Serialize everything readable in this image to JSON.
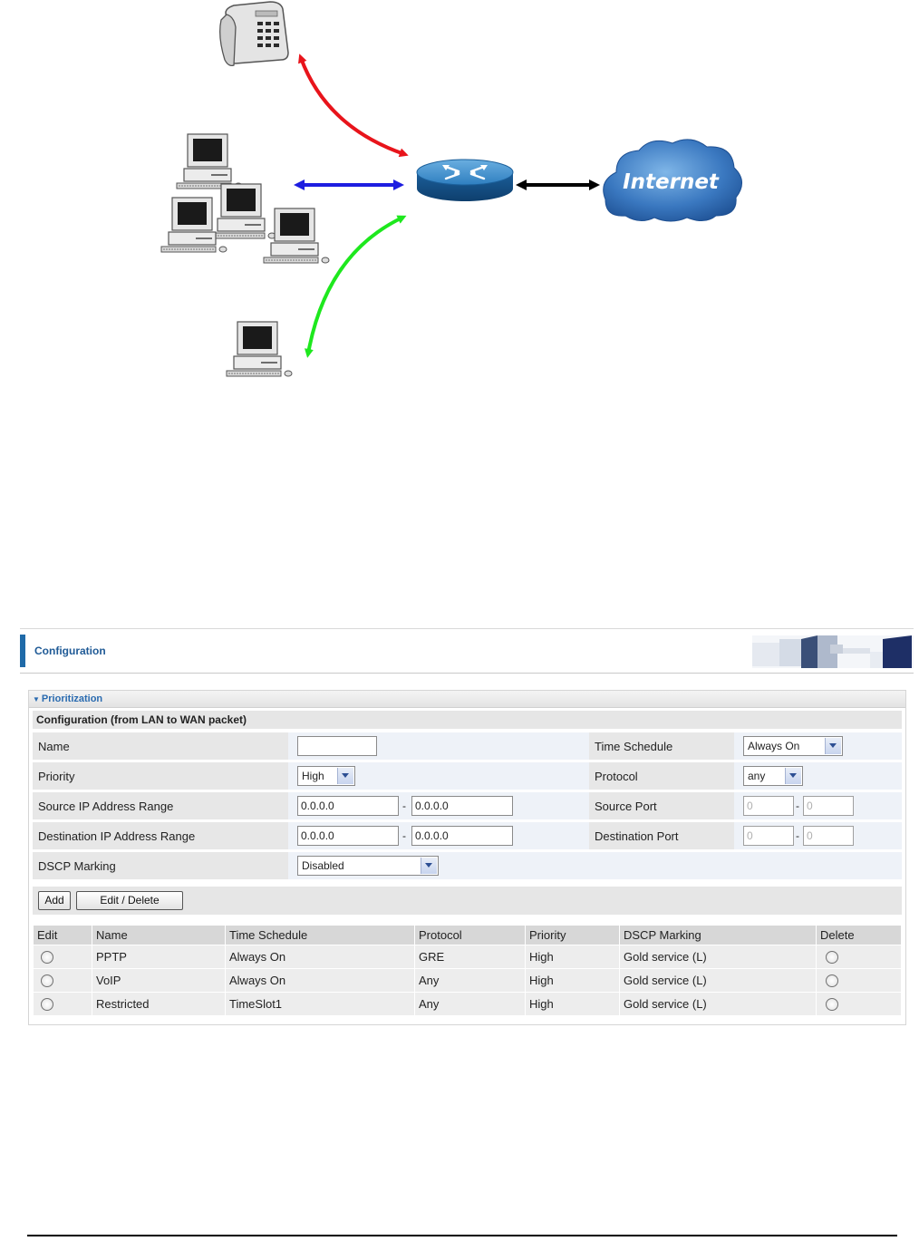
{
  "diagram": {
    "internet_label": "Internet",
    "colors": {
      "red": "#e8141b",
      "blue": "#1d1de0",
      "green": "#1ee81e",
      "black": "#000000"
    }
  },
  "header": {
    "title": "Configuration"
  },
  "section": {
    "title": "Prioritization",
    "subheader": "Configuration (from LAN to WAN packet)"
  },
  "form": {
    "name_label": "Name",
    "name_value": "",
    "time_schedule_label": "Time Schedule",
    "time_schedule_value": "Always On",
    "priority_label": "Priority",
    "priority_value": "High",
    "protocol_label": "Protocol",
    "protocol_value": "any",
    "src_ip_label": "Source IP Address Range",
    "src_ip_from": "0.0.0.0",
    "src_ip_to": "0.0.0.0",
    "src_port_label": "Source Port",
    "src_port_from": "0",
    "src_port_to": "0",
    "dst_ip_label": "Destination IP Address Range",
    "dst_ip_from": "0.0.0.0",
    "dst_ip_to": "0.0.0.0",
    "dst_port_label": "Destination Port",
    "dst_port_from": "0",
    "dst_port_to": "0",
    "dscp_label": "DSCP Marking",
    "dscp_value": "Disabled",
    "dash": "-"
  },
  "buttons": {
    "add": "Add",
    "edit_delete": "Edit / Delete"
  },
  "table": {
    "headers": [
      "Edit",
      "Name",
      "Time Schedule",
      "Protocol",
      "Priority",
      "DSCP Marking",
      "Delete"
    ],
    "rows": [
      {
        "name": "PPTP",
        "schedule": "Always On",
        "protocol": "GRE",
        "priority": "High",
        "dscp": "Gold service (L)"
      },
      {
        "name": "VoIP",
        "schedule": "Always On",
        "protocol": "Any",
        "priority": "High",
        "dscp": "Gold service (L)"
      },
      {
        "name": "Restricted",
        "schedule": "TimeSlot1",
        "protocol": "Any",
        "priority": "High",
        "dscp": "Gold service (L)"
      }
    ]
  }
}
